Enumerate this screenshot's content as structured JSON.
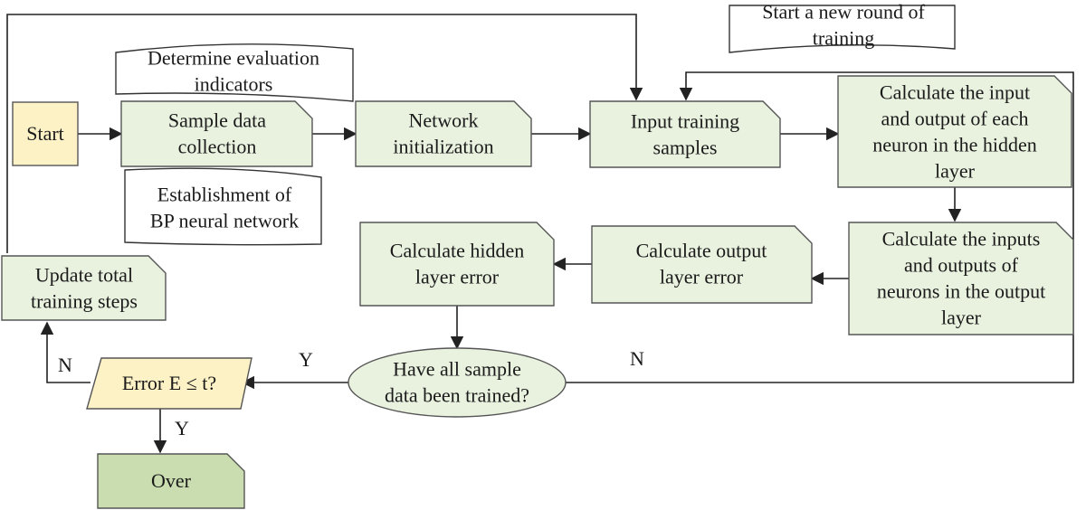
{
  "colors": {
    "start_fill": "#fdf2c6",
    "process_fill": "#e9f1df",
    "over_fill": "#c9ddb0",
    "decision_fill": "#e9f1df",
    "parallelogram_fill": "#fdf2c6",
    "stroke": "#555555"
  },
  "nodes": {
    "start": {
      "lines": [
        "Start"
      ]
    },
    "sample_collection": {
      "lines": [
        "Sample data",
        "collection"
      ]
    },
    "network_init": {
      "lines": [
        "Network",
        "initialization"
      ]
    },
    "input_samples": {
      "lines": [
        "Input training",
        "samples"
      ]
    },
    "hidden_calc": {
      "lines": [
        "Calculate the input",
        "and output of each",
        "neuron in the hidden",
        "layer"
      ]
    },
    "output_calc": {
      "lines": [
        "Calculate the inputs",
        "and outputs of",
        "neurons in the output",
        "layer"
      ]
    },
    "output_error": {
      "lines": [
        "Calculate output",
        "layer error"
      ]
    },
    "hidden_error": {
      "lines": [
        "Calculate hidden",
        "layer error"
      ]
    },
    "update_steps": {
      "lines": [
        "Update total",
        "training steps"
      ]
    },
    "all_trained": {
      "lines": [
        "Have all sample",
        "data been trained?"
      ]
    },
    "error_check": {
      "lines": [
        "Error E ≤ t?"
      ]
    },
    "over": {
      "lines": [
        "Over"
      ]
    }
  },
  "annotations": {
    "evaluation": {
      "lines": [
        "Determine evaluation",
        "indicators"
      ]
    },
    "establish": {
      "lines": [
        "Establishment of",
        "BP neural network"
      ]
    },
    "new_round": {
      "lines": [
        "Start a new round of",
        "training"
      ]
    }
  },
  "edge_labels": {
    "y_all_trained": "Y",
    "n_all_trained": "N",
    "n_error": "N",
    "y_error": "Y"
  }
}
